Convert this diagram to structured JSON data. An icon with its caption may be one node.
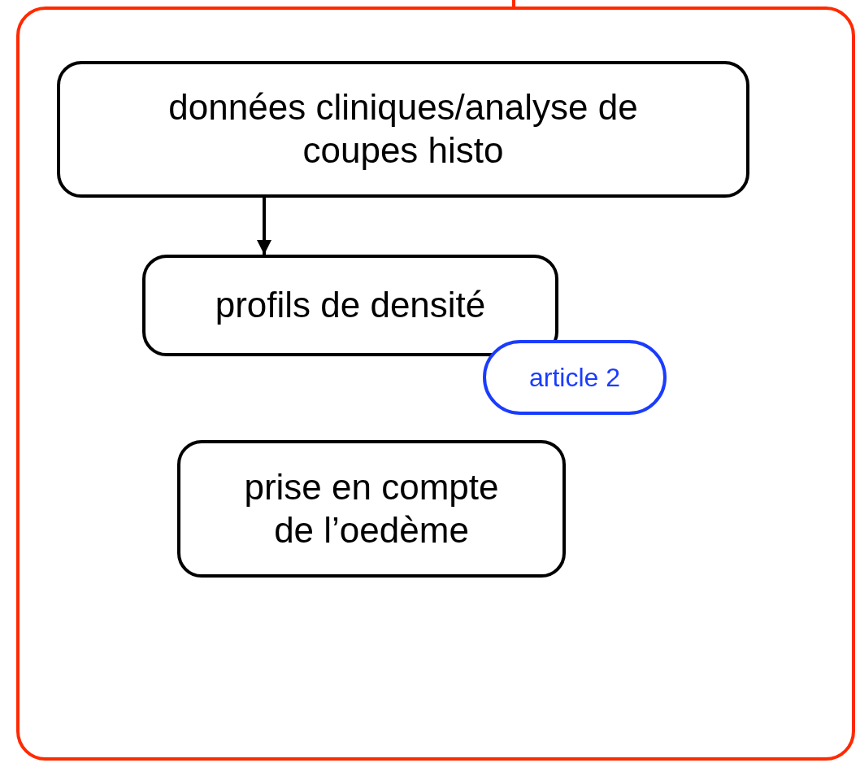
{
  "diagram": {
    "nodes": [
      {
        "text": [],
        "shape": "box"
      },
      {
        "text": [
          "données cliniques/analyse de coupes histo"
        ],
        "in": 0
      },
      {
        "text": [
          "profils de densité"
        ],
        "in": 0
      },
      {
        "text": [
          "article 2"
        ],
        "in": 0
      },
      {
        "text": [
          "prise en compte de l’oedème"
        ],
        "in": 0
      }
    ],
    "edges": [
      {
        "from": 0,
        "to": null,
        "arrow": "none",
        "color": "#ff2a00"
      },
      {
        "from": 1,
        "to": 2,
        "arrow": "to",
        "color": "#000000"
      }
    ]
  }
}
